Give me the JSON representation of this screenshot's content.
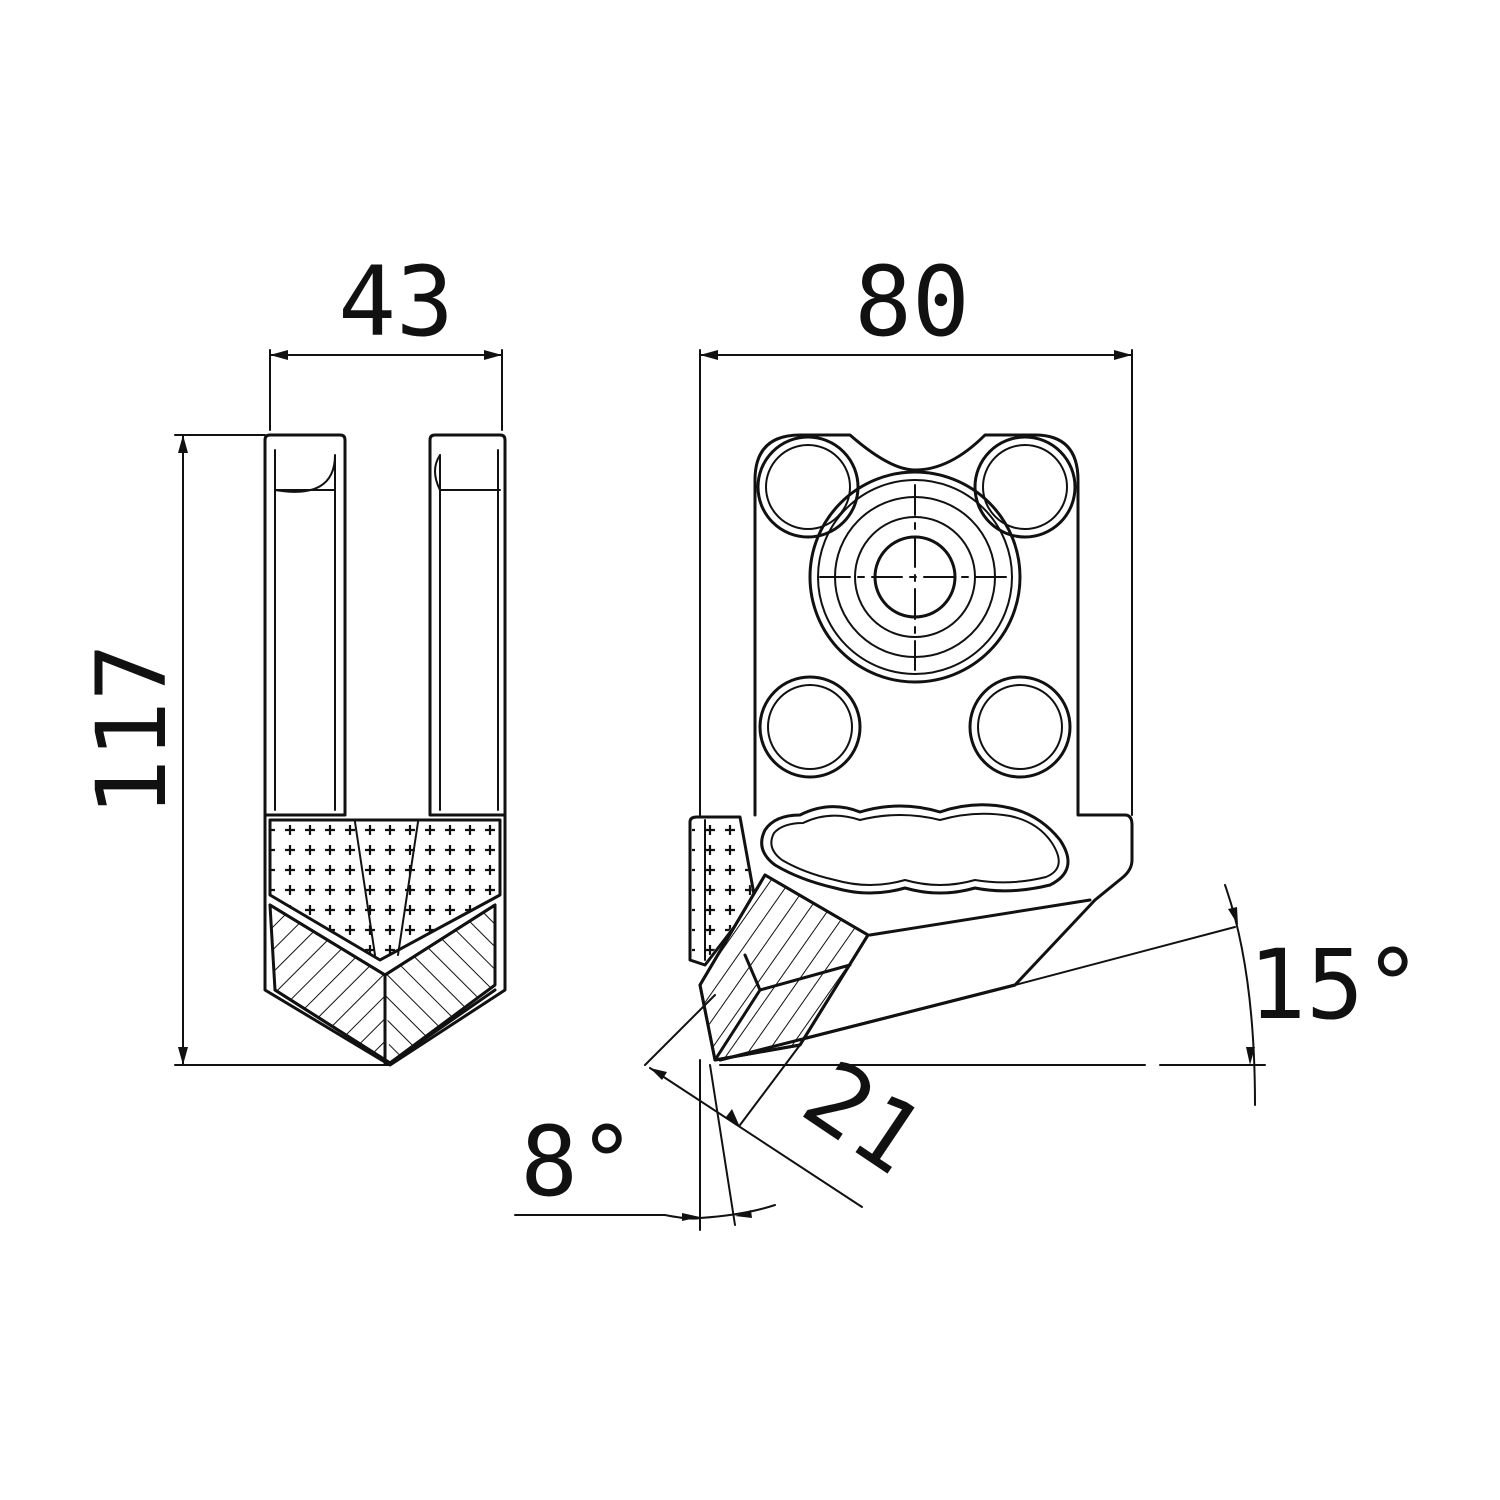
{
  "dimensions": {
    "width_front": "43",
    "width_side": "80",
    "height": "117",
    "segment_length": "21",
    "angle_bottom": "15°",
    "angle_side": "8°"
  },
  "colors": {
    "line": "#111111",
    "background": "#ffffff"
  }
}
